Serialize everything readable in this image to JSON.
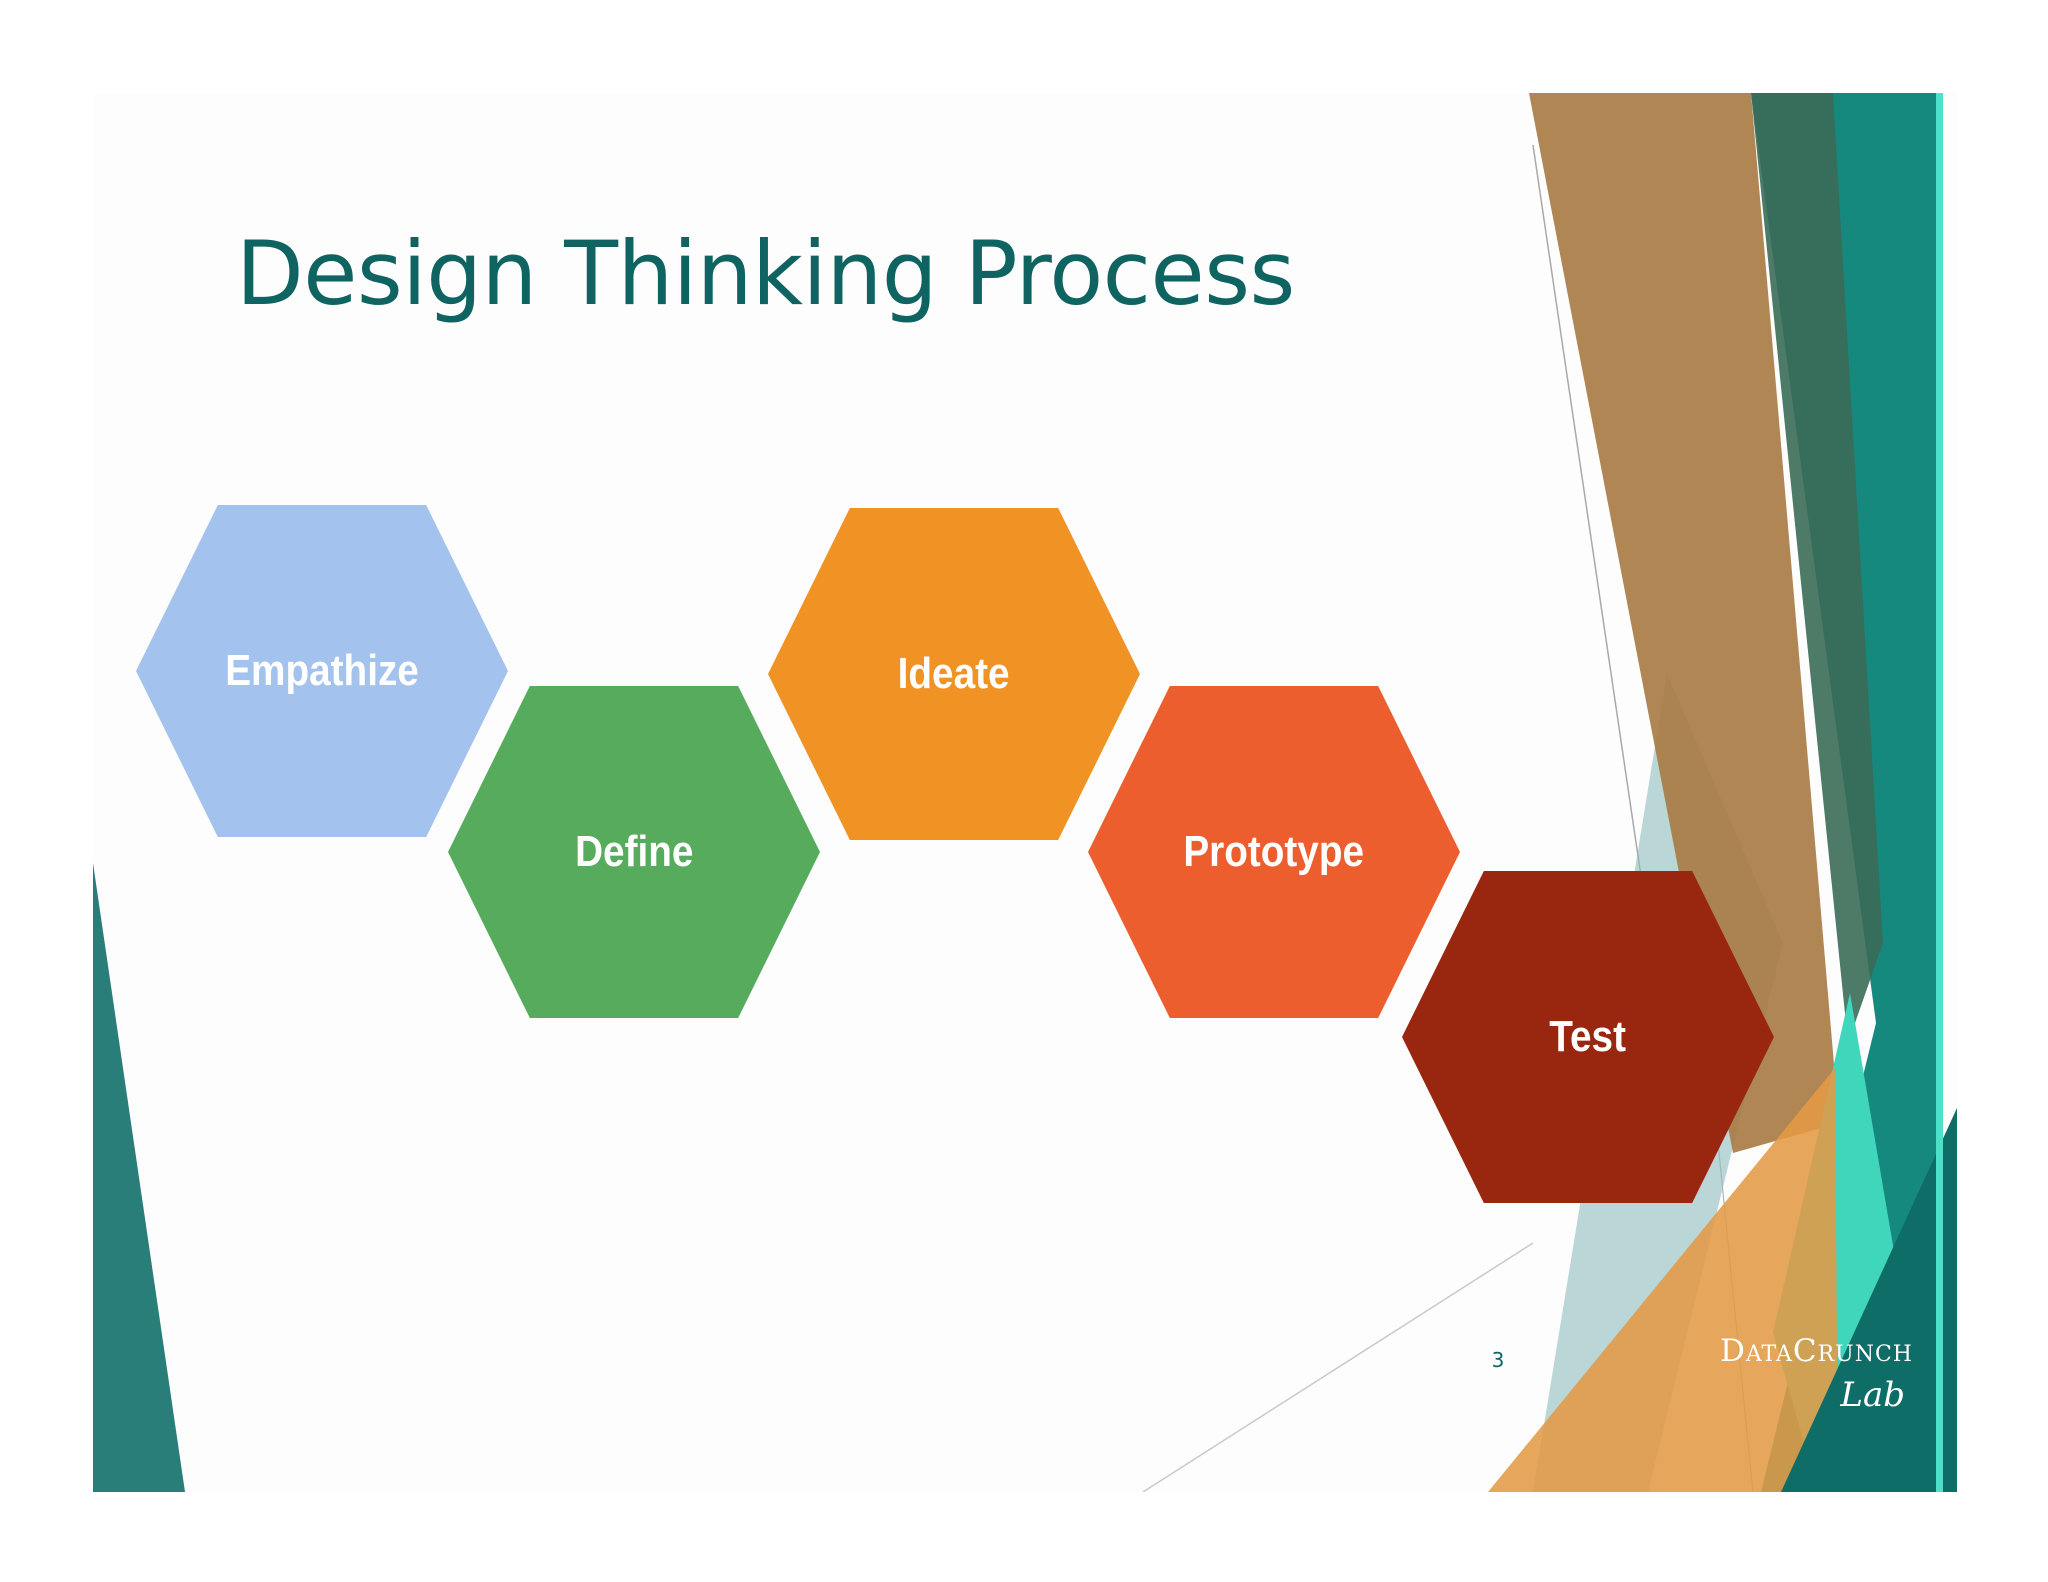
{
  "slide": {
    "title": "Design Thinking Process",
    "page_number": "3"
  },
  "process": {
    "steps": [
      {
        "label": "Empathize",
        "color": "#a3c2ee"
      },
      {
        "label": "Define",
        "color": "#57ab5d"
      },
      {
        "label": "Ideate",
        "color": "#f09324"
      },
      {
        "label": "Prototype",
        "color": "#ec5e2e"
      },
      {
        "label": "Test",
        "color": "#99270f"
      }
    ]
  },
  "brand": {
    "name": "DataCrunch",
    "subtitle": "Lab"
  },
  "colors": {
    "title": "#0f6462",
    "teal_dark": "#0f6d68",
    "teal": "#12908a",
    "teal_bright": "#3ee6c8",
    "bronze": "#b0864f",
    "amber": "#e29a46"
  }
}
